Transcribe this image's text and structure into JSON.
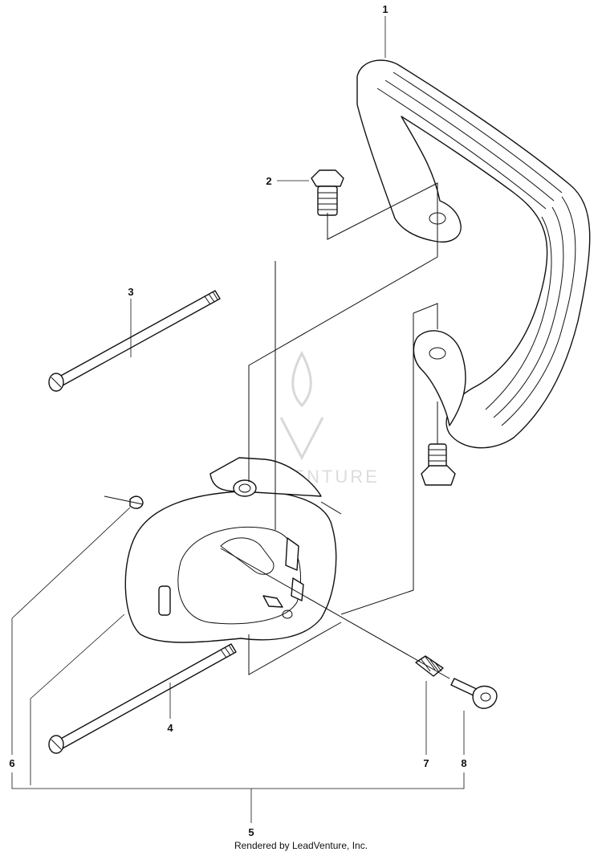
{
  "callouts": [
    {
      "id": "1",
      "label": "1"
    },
    {
      "id": "2",
      "label": "2"
    },
    {
      "id": "3",
      "label": "3"
    },
    {
      "id": "4",
      "label": "4"
    },
    {
      "id": "5",
      "label": "5"
    },
    {
      "id": "6",
      "label": "6"
    },
    {
      "id": "7",
      "label": "7"
    },
    {
      "id": "8",
      "label": "8"
    }
  ],
  "watermark": "LEADVENTURE",
  "footer": "Rendered by LeadVenture, Inc."
}
